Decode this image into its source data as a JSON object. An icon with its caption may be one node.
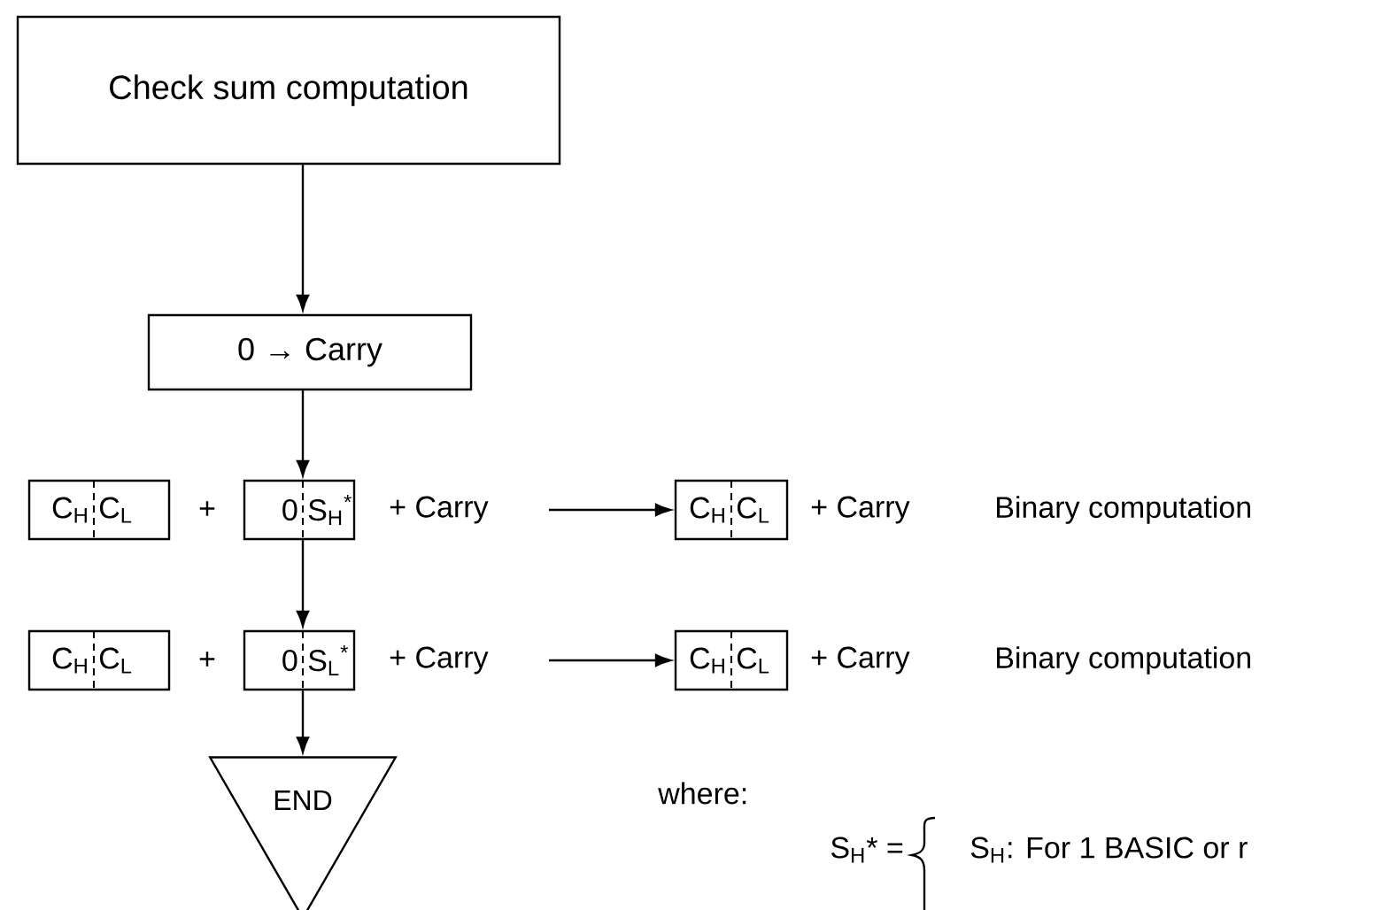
{
  "diagram": {
    "nodes": [
      {
        "text": [
          "Check sum computation"
        ]
      },
      {
        "text": [
          "0 → Carry"
        ]
      },
      {
        "text": [
          "C$_{H}$",
          "C$_{L}$"
        ]
      },
      {
        "text": [
          "0",
          "S$_{H}$$^{*}$"
        ]
      },
      {
        "text": [
          "C$_{H}$",
          "C$_{L}$"
        ]
      },
      {
        "text": [
          "C$_{H}$",
          "C$_{L}$"
        ]
      },
      {
        "text": [
          "0",
          "S$_{L}$$^{*}$"
        ]
      },
      {
        "text": [
          "C$_{H}$",
          "C$_{L}$"
        ]
      },
      {
        "text": [
          "END"
        ]
      }
    ],
    "edges": [
      {
        "from": 0,
        "to": 1,
        "arrow": "to"
      },
      {
        "from": 1,
        "to": 3,
        "arrow": "to"
      },
      {
        "from": null,
        "to": 4,
        "arrow": "to"
      },
      {
        "from": 3,
        "to": 6,
        "arrow": "to"
      },
      {
        "from": null,
        "to": 7,
        "arrow": "to"
      },
      {
        "from": 6,
        "to": 8,
        "arrow": "to"
      }
    ],
    "labels": [
      "+",
      "+ Carry",
      "+ Carry",
      "Binary computation",
      "+",
      "+ Carry",
      "+ Carry",
      "Binary computation",
      "where:",
      "S$_{H}$* =",
      "S$_{H}$: For 1 BASIC or r"
    ]
  }
}
